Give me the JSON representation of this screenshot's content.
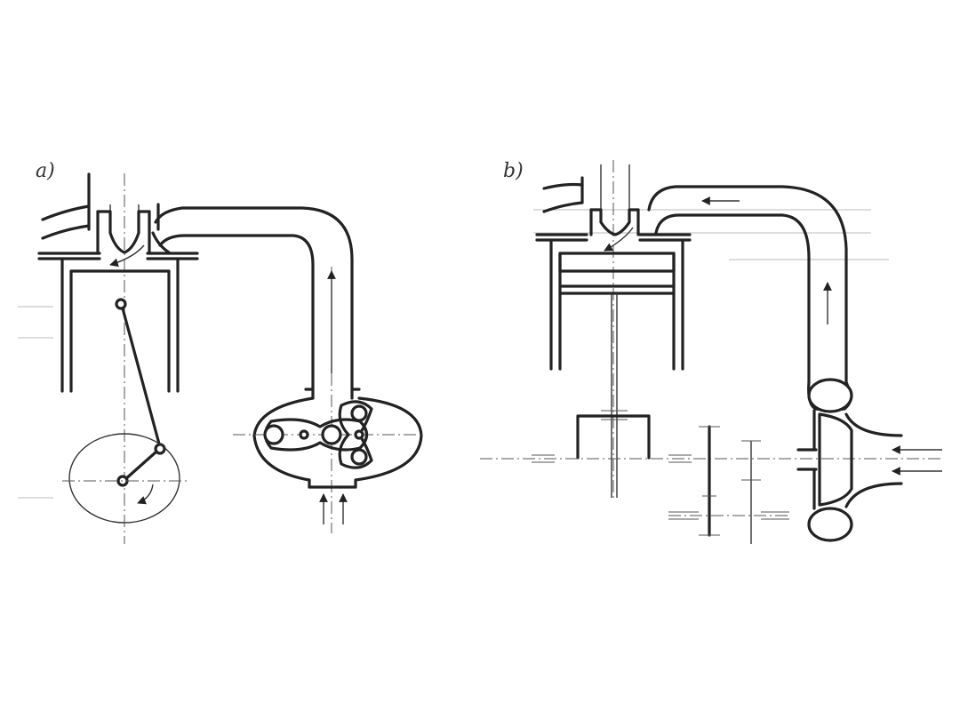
{
  "figure": {
    "panels": [
      {
        "id": "a",
        "label": "a)"
      },
      {
        "id": "b",
        "label": "b)"
      }
    ],
    "colors": {
      "ink": "#222222",
      "background": "#ffffff"
    }
  }
}
